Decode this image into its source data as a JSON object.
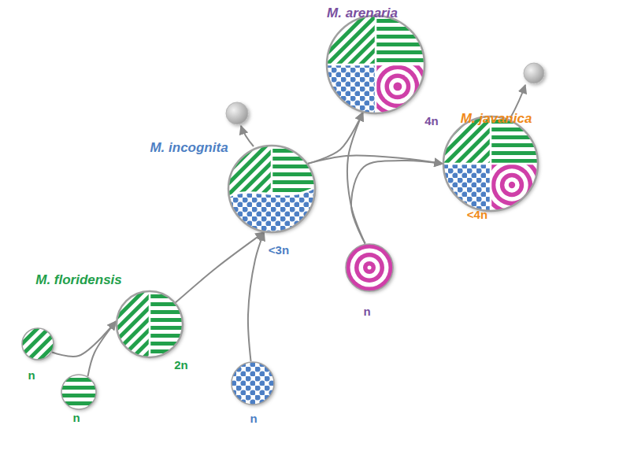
{
  "diagram": {
    "nodes": [
      {
        "text": [
          "n"
        ]
      },
      {
        "text": [
          "n"
        ]
      },
      {
        "text": [
          "M. floridensis",
          "2n"
        ]
      },
      {
        "text": [
          "n"
        ]
      },
      {
        "text": [
          "M. incognita",
          "<3n"
        ]
      },
      {
        "text": [
          "n"
        ]
      },
      {
        "text": [
          "M. arenaria",
          "4n"
        ]
      },
      {
        "text": [
          "M. javanica",
          "<4n"
        ]
      }
    ],
    "edges": [
      {
        "from": 0,
        "to": 2,
        "arrow": "to"
      },
      {
        "from": 1,
        "to": 2,
        "arrow": "to"
      },
      {
        "from": 2,
        "to": 4,
        "arrow": "to"
      },
      {
        "from": 3,
        "to": 4,
        "arrow": "to"
      },
      {
        "from": 4,
        "to": 6,
        "arrow": "to"
      },
      {
        "from": 4,
        "to": 7,
        "arrow": "to"
      },
      {
        "from": 5,
        "to": 6,
        "arrow": "to"
      },
      {
        "from": 5,
        "to": 7,
        "arrow": "to"
      }
    ]
  }
}
